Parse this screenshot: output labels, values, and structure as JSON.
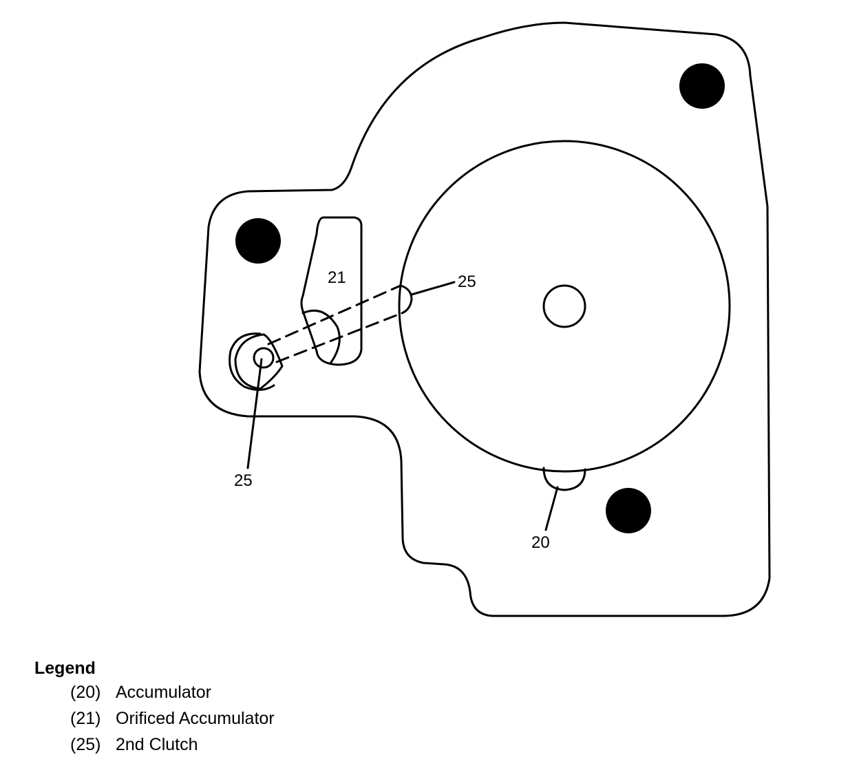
{
  "diagram": {
    "callouts": {
      "c20": "20",
      "c21": "21",
      "c25_upper": "25",
      "c25_lower": "25"
    },
    "colors": {
      "stroke": "#000000",
      "hole_fill": "#000000",
      "background": "#ffffff"
    }
  },
  "legend": {
    "title": "Legend",
    "items": [
      {
        "num": "(20)",
        "label": "Accumulator"
      },
      {
        "num": "(21)",
        "label": "Orificed Accumulator"
      },
      {
        "num": "(25)",
        "label": "2nd Clutch"
      }
    ]
  }
}
